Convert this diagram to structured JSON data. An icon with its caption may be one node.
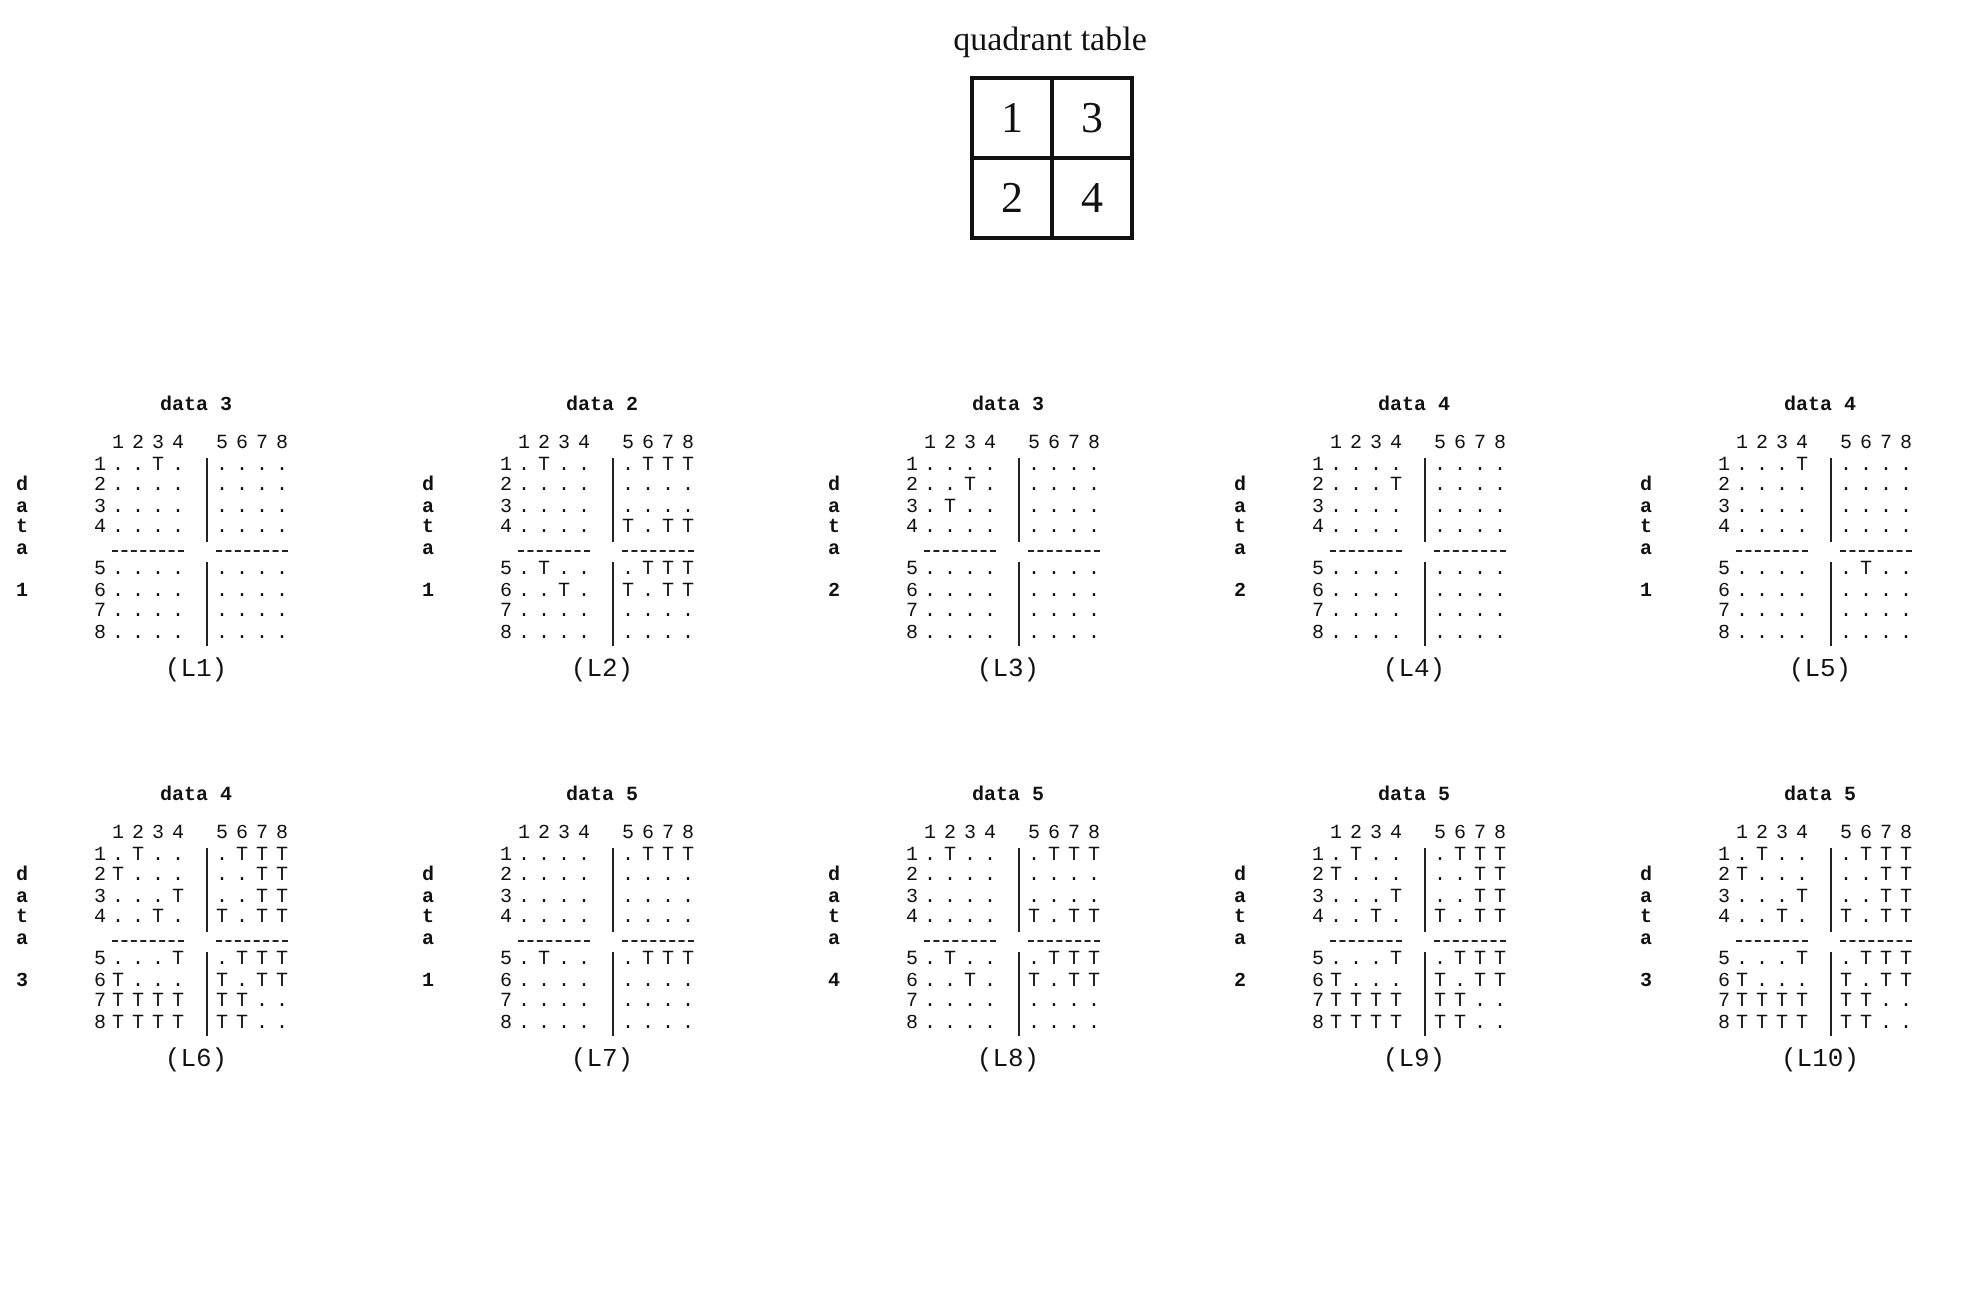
{
  "diagram": {
    "nodes": [
      {
        "text": [
          "1"
        ]
      },
      {
        "text": [
          "3"
        ]
      },
      {
        "text": [
          "2"
        ]
      },
      {
        "text": [
          "4"
        ]
      }
    ],
    "labels": [
      "quadrant table",
      "data 3",
      "1234",
      "5678",
      "1",
      "..T.",
      "....",
      "2",
      "....",
      "....",
      "3",
      "....",
      "....",
      "4",
      "....",
      "....",
      "5",
      "....",
      "....",
      "6",
      "....",
      "....",
      "7",
      "....",
      "....",
      "8",
      "....",
      "....",
      "data",
      "1",
      "(L1)",
      "data 2",
      "1234",
      "5678",
      "1",
      ".T..",
      ".TTT",
      "2",
      "....",
      "....",
      "3",
      "....",
      "....",
      "4",
      "....",
      "T.TT",
      "5",
      ".T..",
      ".TTT",
      "6",
      "..T.",
      "T.TT",
      "7",
      "....",
      "....",
      "8",
      "....",
      "....",
      "data",
      "1",
      "(L2)",
      "data 3",
      "1234",
      "5678",
      "1",
      "....",
      "....",
      "2",
      "..T.",
      "....",
      "3",
      ".T..",
      "....",
      "4",
      "....",
      "....",
      "5",
      "....",
      "....",
      "6",
      "....",
      "....",
      "7",
      "....",
      "....",
      "8",
      "....",
      "....",
      "data",
      "2",
      "(L3)",
      "data 4",
      "1234",
      "5678",
      "1",
      "....",
      "....",
      "2",
      "...T",
      "....",
      "3",
      "....",
      "....",
      "4",
      "....",
      "....",
      "5",
      "....",
      "....",
      "6",
      "....",
      "....",
      "7",
      "....",
      "....",
      "8",
      "....",
      "....",
      "data",
      "2",
      "(L4)",
      "data 4",
      "1234",
      "5678",
      "1",
      "...T",
      "....",
      "2",
      "....",
      "....",
      "3",
      "....",
      "....",
      "4",
      "....",
      "....",
      "5",
      "....",
      ".T..",
      "6",
      "....",
      "....",
      "7",
      "....",
      "....",
      "8",
      "....",
      "....",
      "data",
      "1",
      "(L5)",
      "data 4",
      "1234",
      "5678",
      "1",
      ".T..",
      ".TTT",
      "2",
      "T...",
      "..TT",
      "3",
      "...T",
      "..TT",
      "4",
      "..T.",
      "T.TT",
      "5",
      "...T",
      ".TTT",
      "6",
      "T...",
      "T.TT",
      "7",
      "TTTT",
      "TT..",
      "8",
      "TTTT",
      "TT..",
      "data",
      "3",
      "(L6)",
      "data 5",
      "1234",
      "5678",
      "1",
      "....",
      ".TTT",
      "2",
      "....",
      "....",
      "3",
      "....",
      "....",
      "4",
      "....",
      "....",
      "5",
      ".T..",
      ".TTT",
      "6",
      "....",
      "....",
      "7",
      "....",
      "....",
      "8",
      "....",
      "....",
      "data",
      "1",
      "(L7)",
      "data 5",
      "1234",
      "5678",
      "1",
      ".T..",
      ".TTT",
      "2",
      "....",
      "....",
      "3",
      "....",
      "....",
      "4",
      "....",
      "T.TT",
      "5",
      ".T..",
      ".TTT",
      "6",
      "..T.",
      "T.TT",
      "7",
      "....",
      "....",
      "8",
      "....",
      "....",
      "data",
      "4",
      "(L8)",
      "data 5",
      "1234",
      "5678",
      "1",
      ".T..",
      ".TTT",
      "2",
      "T...",
      "..TT",
      "3",
      "...T",
      "..TT",
      "4",
      "..T.",
      "T.TT",
      "5",
      "...T",
      ".TTT",
      "6",
      "T...",
      "T.TT",
      "7",
      "TTTT",
      "TT..",
      "8",
      "TTTT",
      "TT..",
      "data",
      "2",
      "(L9)",
      "data 5",
      "1234",
      "5678",
      "1",
      ".T..",
      ".TTT",
      "2",
      "T...",
      "..TT",
      "3",
      "...T",
      "..TT",
      "4",
      "..T.",
      "T.TT",
      "5",
      "...T",
      ".TTT",
      "6",
      "T...",
      "T.TT",
      "7",
      "TTTT",
      "TT..",
      "8",
      "TTTT",
      "TT..",
      "data",
      "3",
      "(L10)"
    ]
  }
}
